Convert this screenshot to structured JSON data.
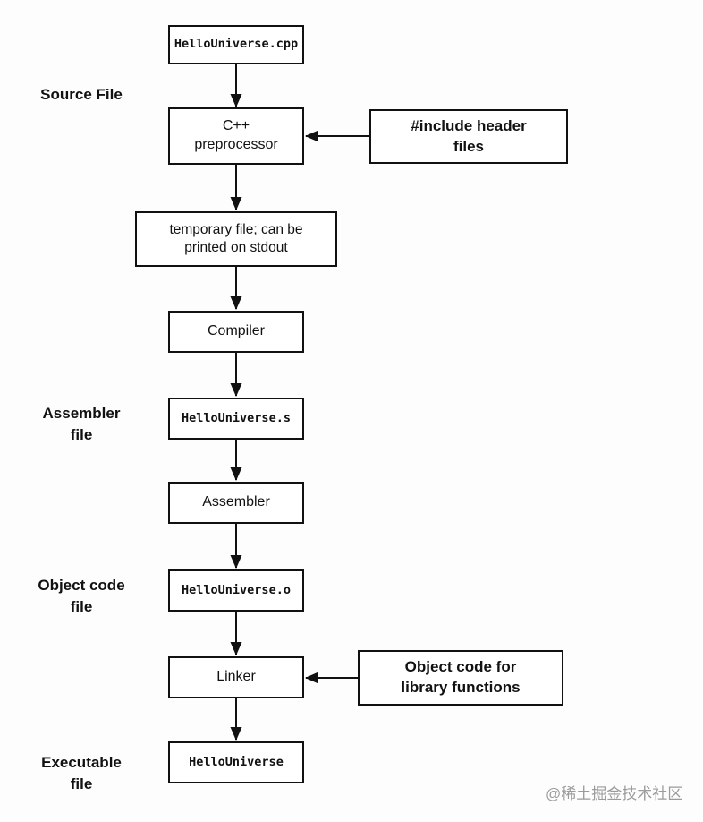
{
  "diagram": {
    "nodes": [
      {
        "id": "source-cpp",
        "label": "HelloUniverse.cpp"
      },
      {
        "id": "preprocessor",
        "label": "C++\npreprocessor"
      },
      {
        "id": "tempfile",
        "label": "temporary file; can be\nprinted on stdout"
      },
      {
        "id": "compiler",
        "label": "Compiler"
      },
      {
        "id": "asm-file",
        "label": "HelloUniverse.s"
      },
      {
        "id": "assembler",
        "label": "Assembler"
      },
      {
        "id": "obj-file",
        "label": "HelloUniverse.o"
      },
      {
        "id": "linker",
        "label": "Linker"
      },
      {
        "id": "executable",
        "label": "HelloUniverse"
      }
    ],
    "side_labels": [
      {
        "label": "Source File"
      },
      {
        "label": "Assembler\nfile"
      },
      {
        "label": "Object code\nfile"
      },
      {
        "label": "Executable\nfile"
      }
    ],
    "annotations": [
      {
        "label": "#include header\nfiles"
      },
      {
        "label": "Object code for\nlibrary functions"
      }
    ],
    "colors": {
      "box_border": "#111111",
      "text": "#111111",
      "arrow": "#111111",
      "background": "#fdfdfd",
      "watermark": "#9b9b9b"
    },
    "watermark": "@稀土掘金技术社区"
  }
}
